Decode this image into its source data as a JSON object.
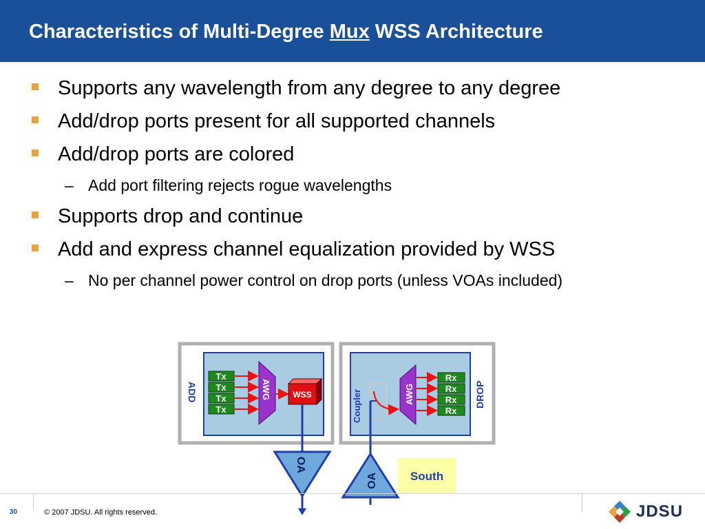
{
  "slide": {
    "title_before": "Characteristics of Multi-Degree ",
    "title_underlined": "Mux",
    "title_after": " WSS Architecture",
    "page_number": "30",
    "copyright": "© 2007 JDSU. All rights reserved.",
    "logo": "JDSU"
  },
  "bullets": [
    {
      "text": "Supports any wavelength from any degree to any degree"
    },
    {
      "text": "Add/drop ports present for all supported channels"
    },
    {
      "text": "Add/drop ports are colored"
    },
    {
      "text": "Add port filtering rejects rogue wavelengths",
      "sub": true
    },
    {
      "text": "Supports drop and continue"
    },
    {
      "text": "Add and express channel equalization provided by WSS"
    },
    {
      "text": "No per channel power control on drop ports (unless VOAs included)",
      "sub": true
    }
  ],
  "diagram": {
    "add_label": "ADD",
    "drop_label": "DROP",
    "tx_labels": [
      "Tx",
      "Tx",
      "Tx",
      "Tx"
    ],
    "rx_labels": [
      "Rx",
      "Rx",
      "Rx",
      "Rx"
    ],
    "awg_label": "AWG",
    "wss_label": "WSS",
    "coupler_label": "Coupler",
    "oa_label": "OA",
    "south_label": "South"
  },
  "colors": {
    "title_bar": "#1a4f9a",
    "bullet": "#e8a33d",
    "module_fill": "#a9cce3",
    "module_border": "#1f3ea8",
    "tx_rx_fill": "#1e8a1e",
    "awg_fill": "#9933cc",
    "wss_fill": "#dd1111",
    "oa_fill": "#6fa8dc",
    "south_fill": "#ffffa8",
    "fiber": "#ee1111"
  }
}
